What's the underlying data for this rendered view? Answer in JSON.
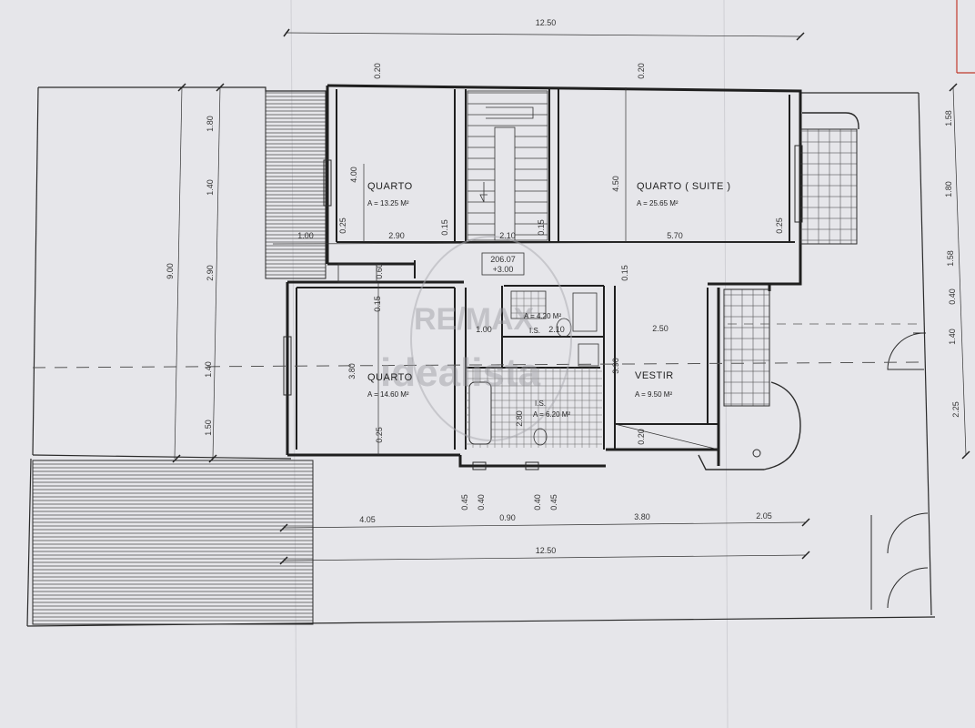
{
  "rooms": {
    "quarto1": {
      "name": "QUARTO",
      "area": "A = 13.25 M²"
    },
    "quarto_suite": {
      "name": "QUARTO ( SUITE )",
      "area": "A = 25.65 M²"
    },
    "quarto2": {
      "name": "QUARTO",
      "area": "A = 14.60 M²"
    },
    "is1": {
      "name": "I.S.",
      "area": "A = 4.20 M²"
    },
    "is2": {
      "name": "I.S.",
      "area": "A = 6.20 M²"
    },
    "vestir": {
      "name": "VESTIR",
      "area": "A = 9.50 M²"
    }
  },
  "center_box": {
    "line1": "206.07",
    "line2": "+3.00"
  },
  "dims": {
    "top_total": "12.50",
    "top_wall_left": "0.20",
    "top_wall_right": "0.20",
    "left_total": "9.00",
    "left_a": "1.80",
    "left_b": "1.40",
    "left_c": "2.90",
    "left_d": "1.40",
    "left_e": "1.50",
    "right_a": "1.58",
    "right_b": "1.80",
    "right_c": "1.58",
    "right_d": "0.40",
    "right_e": "1.40",
    "right_f": "2.25",
    "r1_h": "4.00",
    "r1_w": "2.90",
    "r1_wl": "0.25",
    "r1_wr": "0.15",
    "stair_w": "2.10",
    "stair_wr": "0.15",
    "suite_h": "4.50",
    "suite_w": "5.70",
    "suite_wr": "0.25",
    "left_stub": "1.00",
    "hall_a": "0.60",
    "hall_b": "0.15",
    "hall_c": "0.15",
    "hall_w": "1.00",
    "is1_w": "2.10",
    "q2_h": "3.80",
    "q2_wb": "0.25",
    "is2_h": "2.80",
    "vest_h": "3.90",
    "vest_w": "2.50",
    "vest_wb": "0.20",
    "b_a": "4.05",
    "b_b": "0.45",
    "b_c": "0.40",
    "b_d": "0.90",
    "b_e": "0.40",
    "b_f": "0.45",
    "b_g": "3.80",
    "b_h": "2.05",
    "bottom_total": "12.50"
  },
  "watermark": {
    "brand1": "RE/MAX",
    "brand2": "idealista"
  },
  "colors": {
    "paper": "#e6e6ea",
    "line": "#2a2a2a",
    "accent_red": "#c0392b"
  }
}
